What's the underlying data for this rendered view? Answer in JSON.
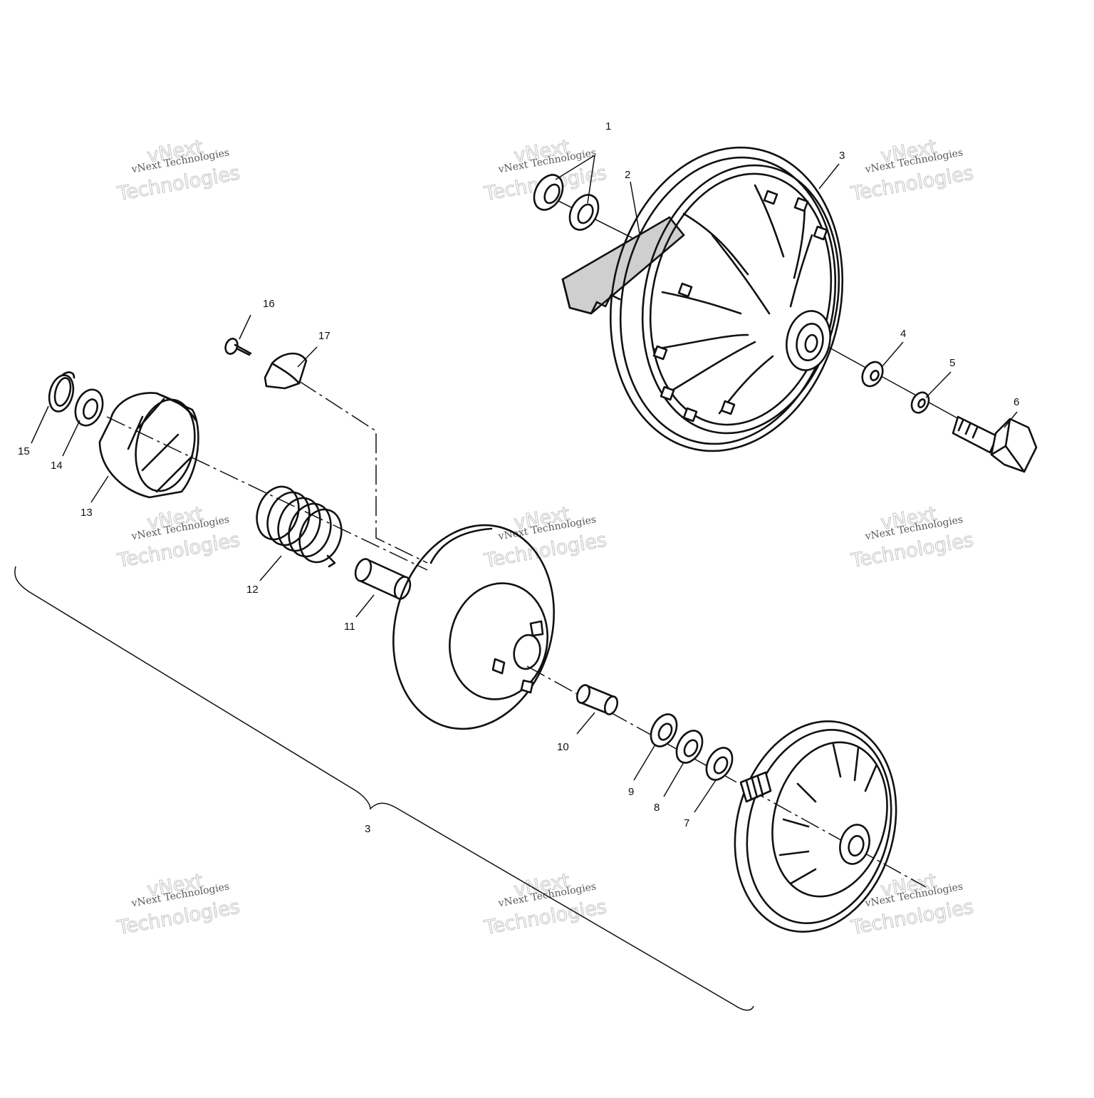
{
  "callouts": [
    {
      "id": "1",
      "label": "1"
    },
    {
      "id": "2",
      "label": "2"
    },
    {
      "id": "3",
      "label": "3"
    },
    {
      "id": "4",
      "label": "4"
    },
    {
      "id": "5",
      "label": "5"
    },
    {
      "id": "6",
      "label": "6"
    },
    {
      "id": "7",
      "label": "7"
    },
    {
      "id": "8",
      "label": "8"
    },
    {
      "id": "9",
      "label": "9"
    },
    {
      "id": "10",
      "label": "10"
    },
    {
      "id": "11",
      "label": "11"
    },
    {
      "id": "12",
      "label": "12"
    },
    {
      "id": "13",
      "label": "13"
    },
    {
      "id": "14",
      "label": "14"
    },
    {
      "id": "15",
      "label": "15"
    },
    {
      "id": "16",
      "label": "16"
    },
    {
      "id": "17",
      "label": "17"
    },
    {
      "id": "3b",
      "label": "3"
    }
  ],
  "watermark": {
    "line_small": "vNext Technologies",
    "line_big_1": "vNext",
    "line_big_2": "Technologies"
  }
}
